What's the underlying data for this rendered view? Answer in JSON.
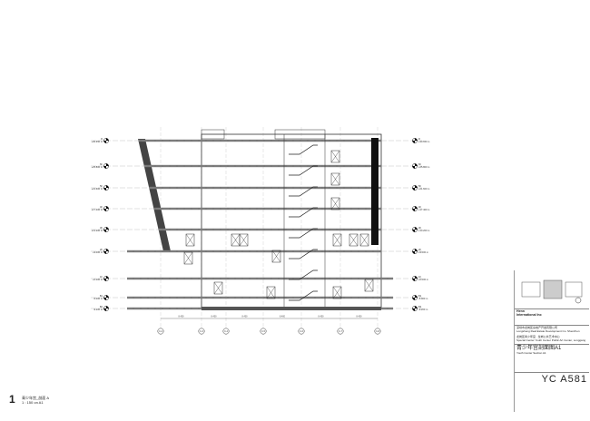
{
  "drawing": {
    "levels": [
      {
        "name": "R",
        "elev": "+30.650 m"
      },
      {
        "name": "6F",
        "elev": "+25.800 m"
      },
      {
        "name": "5F",
        "elev": "+21.600 m"
      },
      {
        "name": "4F",
        "elev": "+17.400 m"
      },
      {
        "name": "3F",
        "elev": "+13.200 m"
      },
      {
        "name": "2F",
        "elev": "+9.000 m"
      },
      {
        "name": "1F",
        "elev": "+0.000 m"
      },
      {
        "name": "B1",
        "elev": "-5.000 m"
      },
      {
        "name": "B2",
        "elev": "-9.200 m"
      }
    ],
    "grid_axes": [
      "C-2",
      "C-3",
      "C-4",
      "C-5",
      "C-6",
      "C-7",
      "C-8"
    ],
    "dimensions": [
      "8.400",
      "8.400",
      "8.400",
      "8.400",
      "8.400",
      "8.400"
    ]
  },
  "title_block": {
    "firm_line1": "Henn",
    "firm_line2": "International Inc",
    "client_cn": "深圳市龙岗区房地产开发有限公司",
    "client_en": "Longsheng Real Estate Development Co. Shenzhen",
    "project_cn": "龙岗区青少年宫 · 龙岗公共艺术中心",
    "project_en": "Special Center Youth Center Public Art Center, Longgang",
    "title_cn": "青少年宫剖面图A1",
    "title_en": "Youth Center Section A1",
    "sheet_number": "YC  A581"
  },
  "view_label": {
    "number": "1",
    "name": "青少年宫_剖面 A",
    "scale": "1 : 150 on A1"
  }
}
